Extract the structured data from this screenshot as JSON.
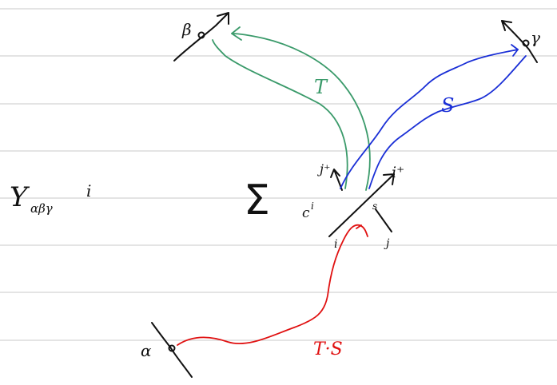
{
  "colors": {
    "background": "#ffffff",
    "rule_line": "#c8c8c8",
    "ink_black": "#111111",
    "ink_green": "#3a9a6a",
    "ink_blue": "#1a2fd6",
    "ink_red": "#e01010"
  },
  "labels": {
    "left_expression": "Y",
    "left_subscript": "αβγ",
    "left_sup": "i",
    "sum_symbol": "Σ",
    "sum_index": "c",
    "sum_index_sup": "i",
    "alpha": "α",
    "beta": "β",
    "gamma": "γ",
    "j_plus": "j⁺",
    "i_plus": "i⁺",
    "i_minus": "i",
    "j_minus": "j",
    "s_label": "s",
    "green_T": "T",
    "blue_S": "S",
    "red_TS": "T·S"
  }
}
